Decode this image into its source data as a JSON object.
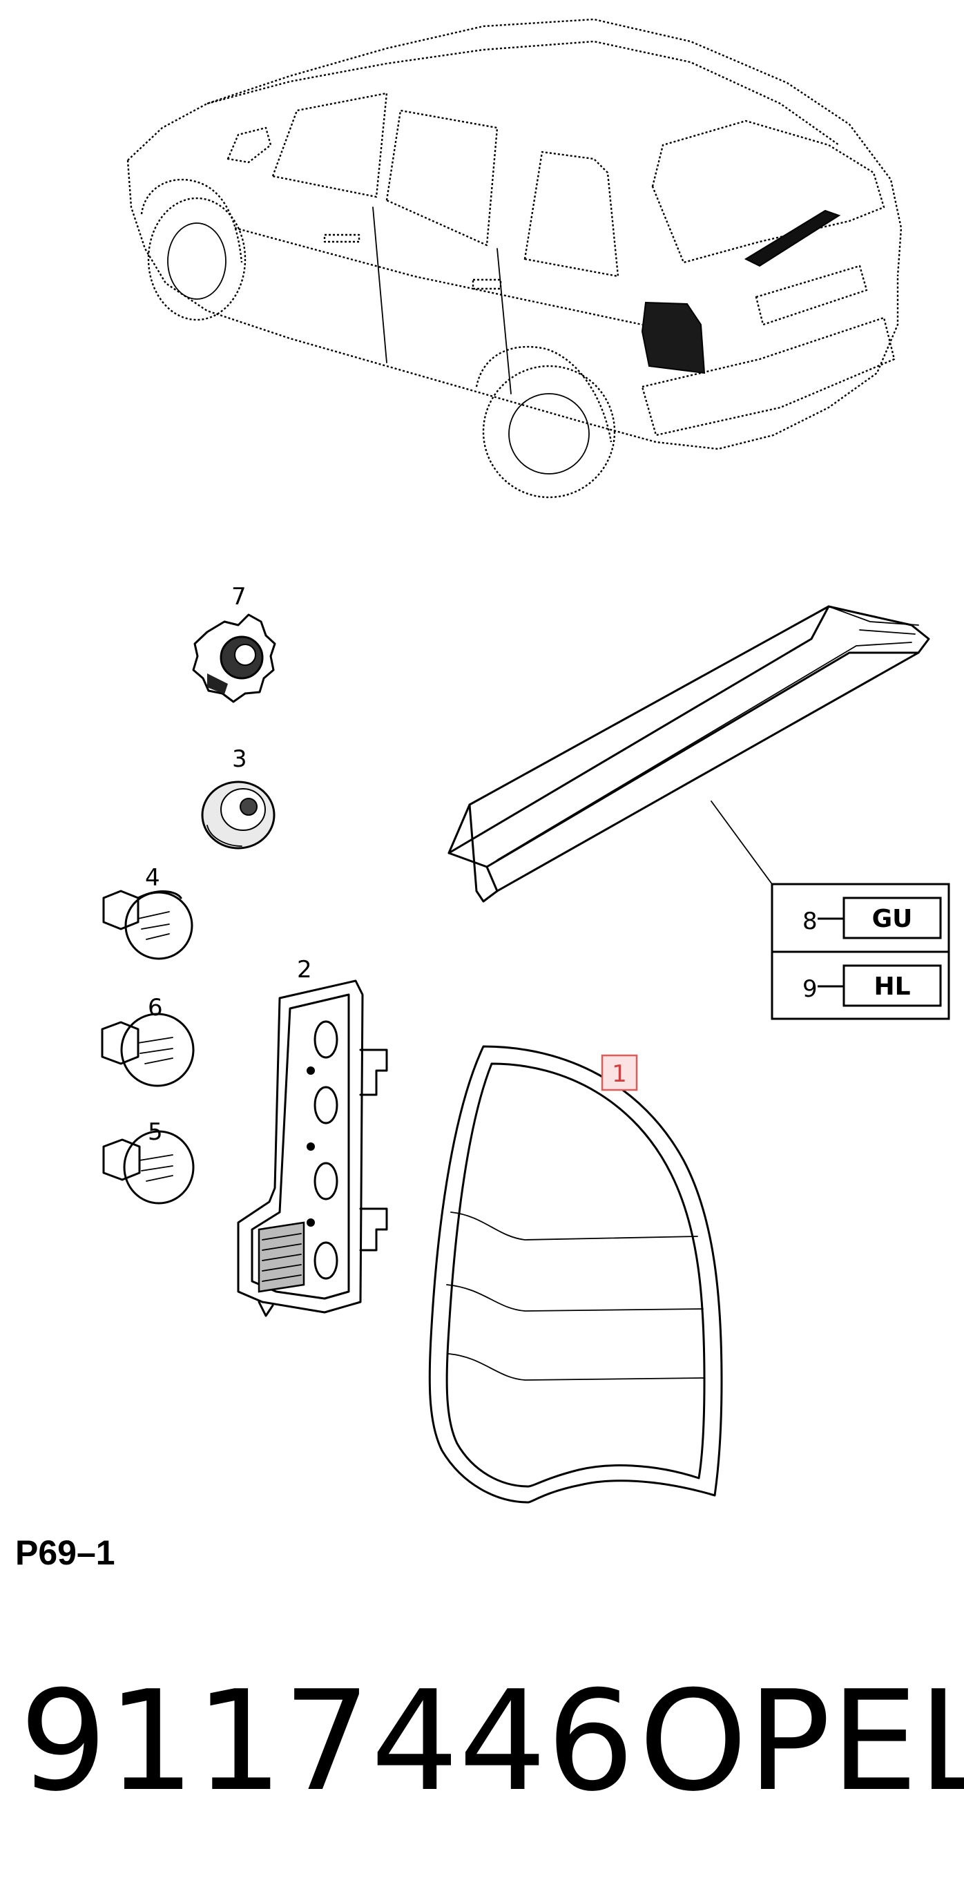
{
  "callouts": {
    "c1": "1",
    "c2": "2",
    "c3": "3",
    "c4": "4",
    "c5": "5",
    "c6": "6",
    "c7": "7",
    "c8": "8",
    "c9": "9"
  },
  "variant_table": {
    "row1_code": "GU",
    "row2_code": "HL"
  },
  "page_code": "P69–1",
  "part_number": "9117446",
  "brand": "OPEL",
  "colors": {
    "line": "#000000",
    "highlight_stroke": "#e05a5a",
    "highlight_fill": "#fbe3e3"
  }
}
